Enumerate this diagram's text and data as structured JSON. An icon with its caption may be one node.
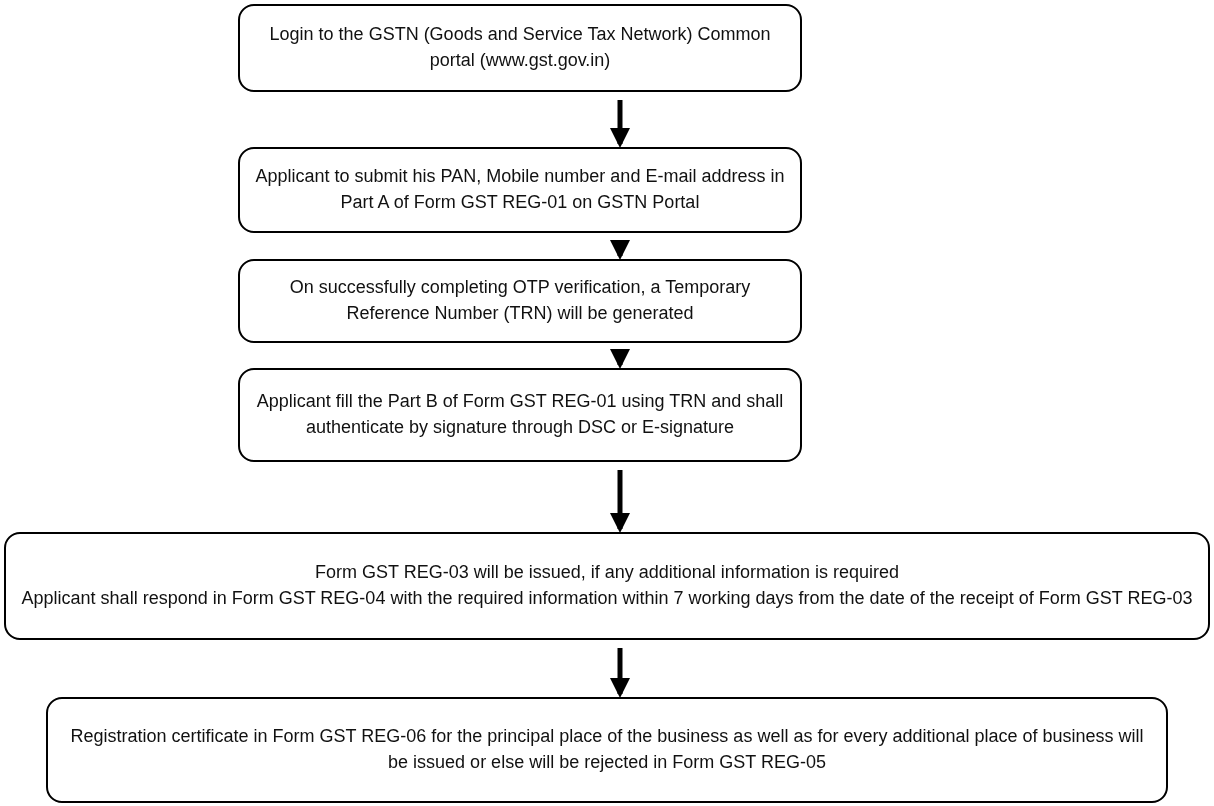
{
  "diagram": {
    "nodes": [
      {
        "text": [
          "Login to the GSTN (Goods and Service Tax Network) Common portal (www.gst.gov.in)"
        ]
      },
      {
        "text": [
          "Applicant to submit his PAN, Mobile number and E-mail address in Part A of Form GST REG-01 on GSTN Portal"
        ]
      },
      {
        "text": [
          "On successfully completing OTP verification, a Temporary Reference Number (TRN) will be generated"
        ]
      },
      {
        "text": [
          "Applicant fill the Part B of Form GST REG-01 using TRN and shall authenticate by signature through DSC or E-signature"
        ]
      },
      {
        "text": [
          "Form GST REG-03 will be issued, if any additional information is required",
          "Applicant shall respond in Form GST REG-04 with the required information within 7 working days from the date of the receipt of Form GST REG-03"
        ]
      },
      {
        "text": [
          "Registration certificate in Form GST REG-06 for the principal place of the business as well as for every additional place of business will be issued or else will be rejected in Form GST REG-05"
        ]
      }
    ],
    "edges": [
      {
        "from": 0,
        "to": 1,
        "arrow": "to"
      },
      {
        "from": 1,
        "to": 2,
        "arrow": "to"
      },
      {
        "from": 2,
        "to": 3,
        "arrow": "to"
      },
      {
        "from": 3,
        "to": 4,
        "arrow": "to"
      },
      {
        "from": 4,
        "to": 5,
        "arrow": "to"
      }
    ]
  }
}
